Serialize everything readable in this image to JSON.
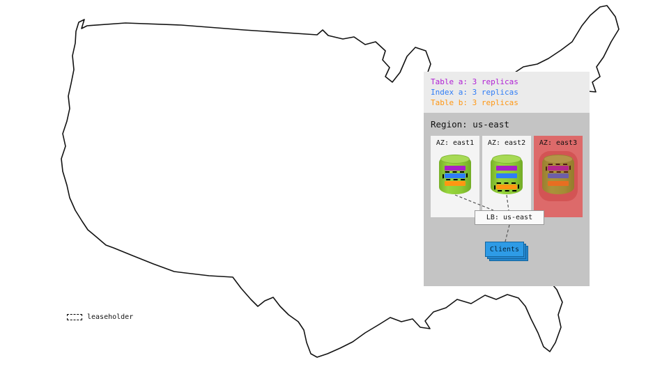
{
  "legend": {
    "items": [
      {
        "id": "table-a",
        "label": "Table a: 3 replicas",
        "color": "#b01fd4"
      },
      {
        "id": "index-a",
        "label": "Index a: 3 replicas",
        "color": "#2f7df6"
      },
      {
        "id": "table-b",
        "label": "Table b: 3 replicas",
        "color": "#ff9712"
      }
    ]
  },
  "region": {
    "title": "Region: us-east",
    "zones": [
      {
        "label": "AZ: east1",
        "status": "up",
        "leaseholder_of": "index-a"
      },
      {
        "label": "AZ: east2",
        "status": "up",
        "leaseholder_of": "table-b"
      },
      {
        "label": "AZ: east3",
        "status": "down",
        "leaseholder_of": "table-a"
      }
    ],
    "load_balancer": {
      "label": "LB: us-east"
    },
    "clients": {
      "label": "Clients"
    }
  },
  "map_key": {
    "leaseholder_label": "leaseholder"
  },
  "colors": {
    "table_a": "#b01fd4",
    "index_a": "#2f7df6",
    "table_b": "#ff9712",
    "cylinder_green": "#8cc934",
    "zone_down_red": "#dd6a6a",
    "clients_blue": "#2e9be6",
    "legend_bg": "#ebebeb",
    "region_bg": "#c4c4c4",
    "zone_bg": "#f4f4f4"
  }
}
